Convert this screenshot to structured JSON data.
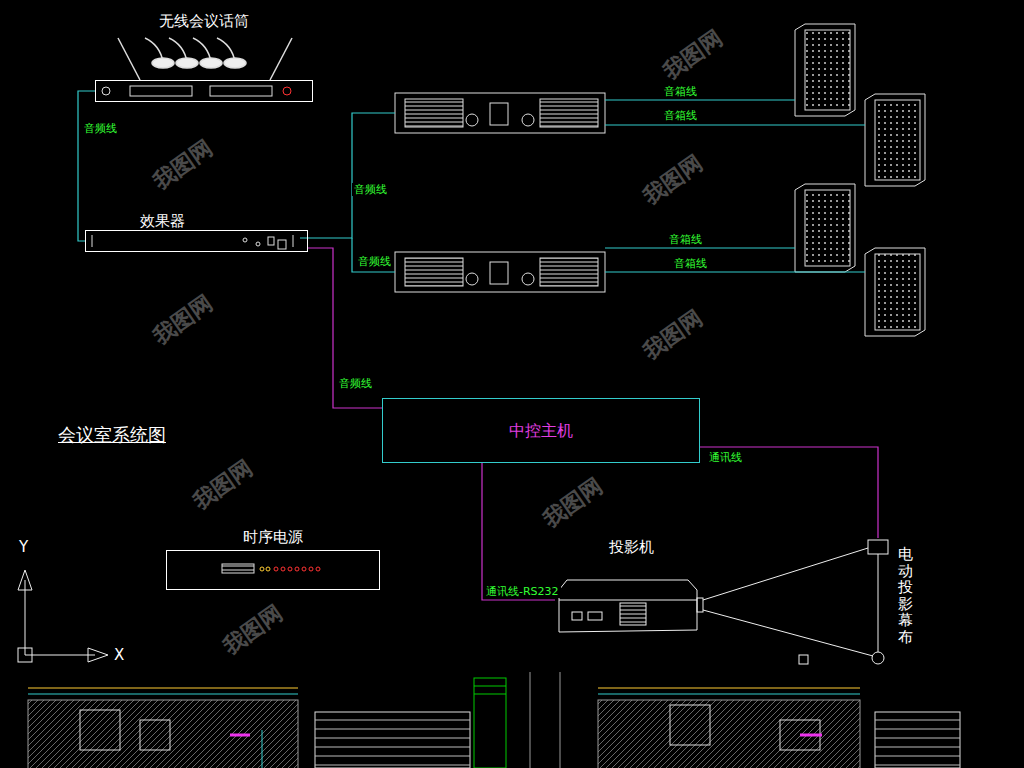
{
  "diagram": {
    "title": "会议室系统图",
    "nodes": [
      {
        "text": [
          "无线会议话筒"
        ]
      },
      {
        "text": [
          "效果器"
        ]
      },
      {
        "text": [
          "中控主机"
        ]
      },
      {
        "text": [
          "时序电源"
        ]
      },
      {
        "text": [
          "投影机"
        ]
      },
      {
        "text": [
          "电动投影幕布"
        ]
      }
    ],
    "edges": [
      {
        "from": 0,
        "to": 1,
        "arrow": "none",
        "label": "音频线"
      },
      {
        "from": 1,
        "to": 2,
        "arrow": "none",
        "label": "音频线"
      },
      {
        "from": 2,
        "to": 4,
        "arrow": "none",
        "label": "通讯线-RS232"
      },
      {
        "from": 2,
        "to": 5,
        "arrow": "none",
        "label": "通讯线"
      }
    ],
    "labels": [
      "音频线",
      "音频线",
      "音箱线",
      "音箱线",
      "音箱线",
      "音箱线",
      "Y",
      "X",
      "我图网",
      "我图网",
      "我图网",
      "我图网",
      "我图网",
      "我图网",
      "我图网",
      "我图网"
    ]
  }
}
